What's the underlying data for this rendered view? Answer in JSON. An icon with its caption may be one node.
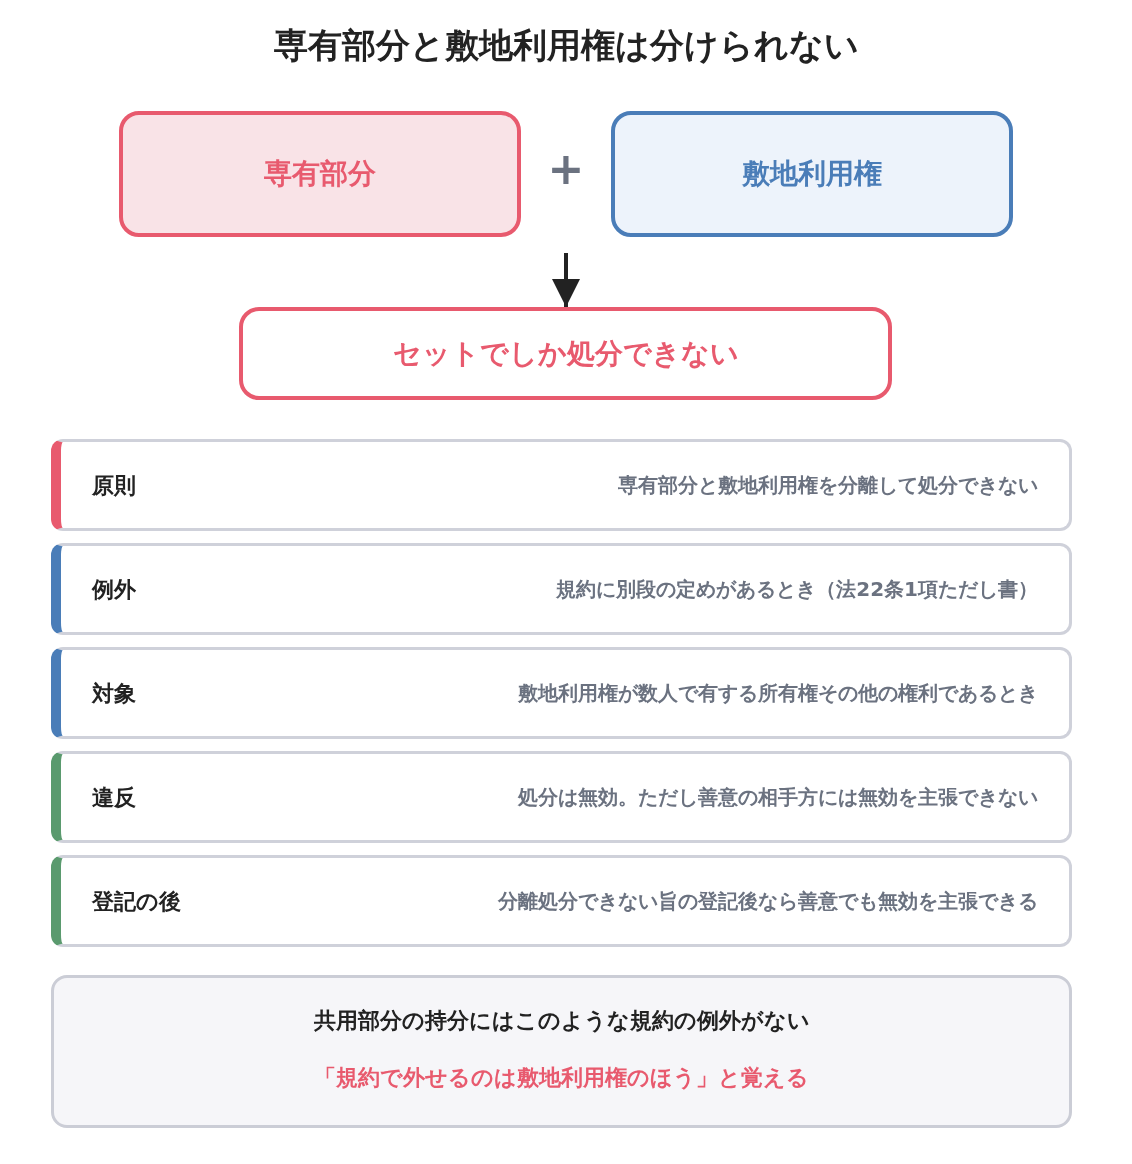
{
  "diagram": {
    "title": "専有部分と敷地利用権は分けられない",
    "nodes": [
      {
        "text": [
          "専有部分"
        ]
      },
      {
        "text": [
          "敷地利用権"
        ]
      },
      {
        "text": [
          "セットでしか処分できない"
        ]
      },
      {
        "text": [
          "原則",
          "専有部分と敷地利用権を分離して処分できない"
        ]
      },
      {
        "text": [
          "例外",
          "規約に別段の定めがあるとき（法22条1項ただし書）"
        ]
      },
      {
        "text": [
          "対象",
          "敷地利用権が数人で有する所有権その他の権利であるとき"
        ]
      },
      {
        "text": [
          "違反",
          "処分は無効。ただし善意の相手方には無効を主張できない"
        ]
      },
      {
        "text": [
          "登記の後",
          "分離処分できない旨の登記後なら善意でも無効を主張できる"
        ]
      },
      {
        "text": [
          "共用部分の持分にはこのような規約の例外がない",
          "「規約で外せるのは敷地利用権のほう」と覚える"
        ]
      }
    ],
    "edges": [
      {
        "from": null,
        "to": 2,
        "arrow": "to"
      }
    ],
    "labels": [
      "+"
    ]
  }
}
